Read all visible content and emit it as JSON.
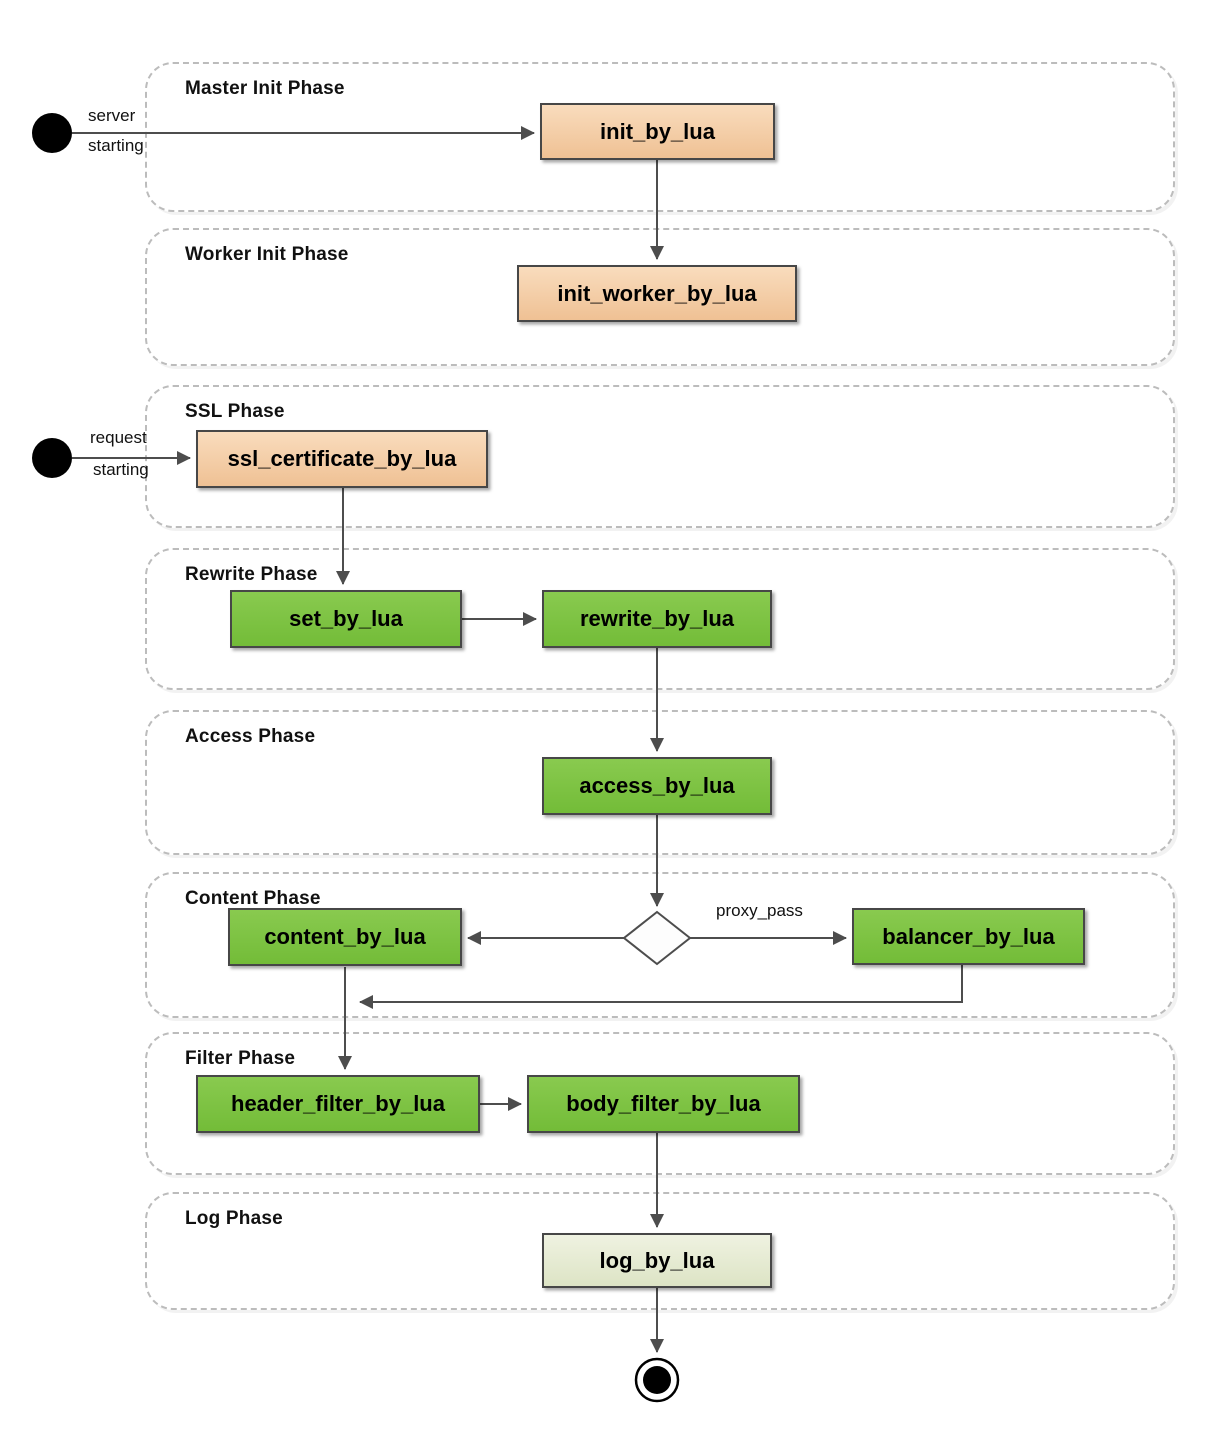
{
  "phases": [
    {
      "label": "Master Init Phase"
    },
    {
      "label": "Worker Init Phase"
    },
    {
      "label": "SSL Phase"
    },
    {
      "label": "Rewrite Phase"
    },
    {
      "label": "Access Phase"
    },
    {
      "label": "Content Phase"
    },
    {
      "label": "Filter Phase"
    },
    {
      "label": "Log Phase"
    }
  ],
  "nodes": {
    "init_by_lua": {
      "label": "init_by_lua",
      "style": "init"
    },
    "init_worker_by_lua": {
      "label": "init_worker_by_lua",
      "style": "init"
    },
    "ssl_certificate_by_lua": {
      "label": "ssl_certificate_by_lua",
      "style": "init"
    },
    "set_by_lua": {
      "label": "set_by_lua",
      "style": "request"
    },
    "rewrite_by_lua": {
      "label": "rewrite_by_lua",
      "style": "request"
    },
    "access_by_lua": {
      "label": "access_by_lua",
      "style": "request"
    },
    "content_by_lua": {
      "label": "content_by_lua",
      "style": "request"
    },
    "balancer_by_lua": {
      "label": "balancer_by_lua",
      "style": "request"
    },
    "header_filter_by_lua": {
      "label": "header_filter_by_lua",
      "style": "request"
    },
    "body_filter_by_lua": {
      "label": "body_filter_by_lua",
      "style": "request"
    },
    "log_by_lua": {
      "label": "log_by_lua",
      "style": "log"
    }
  },
  "edges": {
    "server_start": {
      "line1": "server",
      "line2": "starting"
    },
    "request_start": {
      "line1": "request",
      "line2": "starting"
    },
    "proxy_pass": {
      "label": "proxy_pass"
    }
  },
  "colors": {
    "arrow": "#4d4d4d",
    "node_border": "#474747",
    "orange_top": "#f9dcbd",
    "orange_bottom": "#efc194",
    "green_top": "#89ca4f",
    "green_bottom": "#73bc38",
    "log_top": "#eff2e1",
    "log_bottom": "#dde4c5",
    "lane_border": "#bcbcbc",
    "text": "#111111"
  }
}
